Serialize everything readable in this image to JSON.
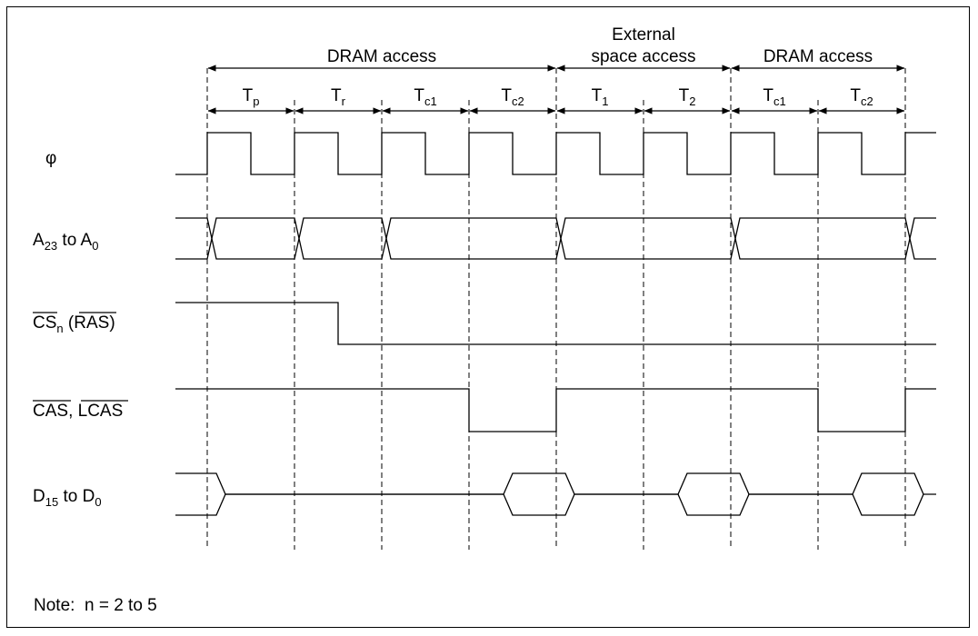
{
  "phases": {
    "dram1": "DRAM access",
    "ext_line1": "External",
    "ext_line2": "space access",
    "dram2": "DRAM access"
  },
  "states": [
    {
      "main": "T",
      "sub": "p"
    },
    {
      "main": "T",
      "sub": "r"
    },
    {
      "main": "T",
      "sub": "c1"
    },
    {
      "main": "T",
      "sub": "c2"
    },
    {
      "main": "T",
      "sub": "1"
    },
    {
      "main": "T",
      "sub": "2"
    },
    {
      "main": "T",
      "sub": "c1"
    },
    {
      "main": "T",
      "sub": "c2"
    }
  ],
  "signals": {
    "phi": {
      "symbol": "φ"
    },
    "addr": {
      "a": "A",
      "a_sub": "23",
      "to": " to ",
      "b": "A",
      "b_sub": "0"
    },
    "cs": {
      "main": "CS",
      "sub": "n",
      "open": " (",
      "ras": "RAS",
      "close": ")"
    },
    "cas": {
      "cas": "CAS",
      "comma": ", ",
      "lcas": "LCAS"
    },
    "data": {
      "a": "D",
      "a_sub": "15",
      "to": " to ",
      "b": "D",
      "b_sub": "0"
    }
  },
  "note": "Note:  n = 2 to 5"
}
